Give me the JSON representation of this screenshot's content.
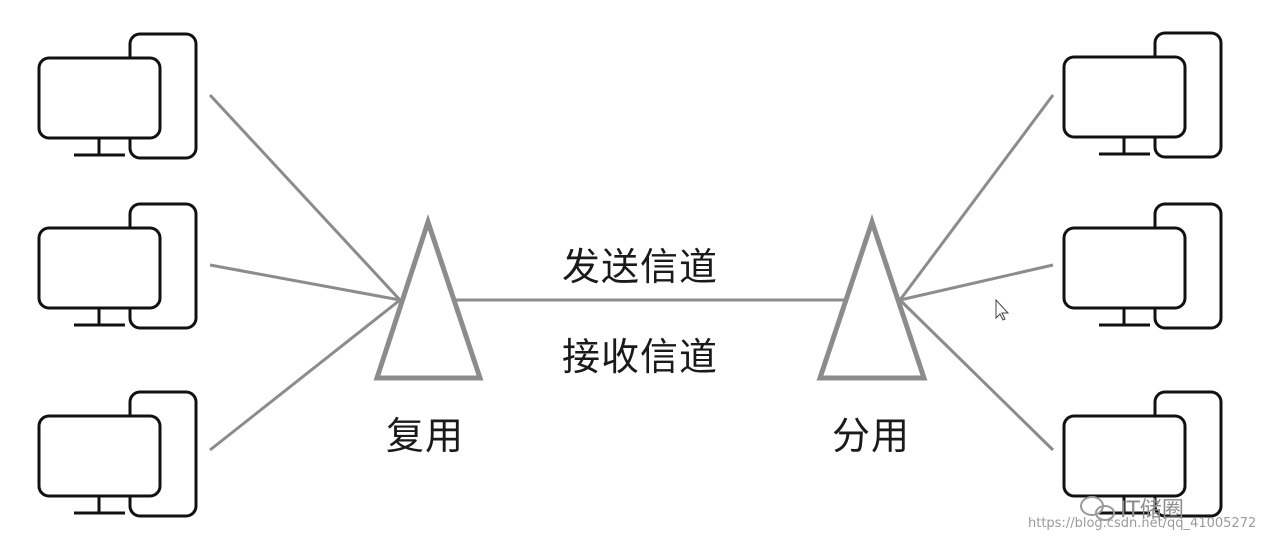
{
  "labels": {
    "send_channel": "发送信道",
    "receive_channel": "接收信道",
    "mux": "复用",
    "demux": "分用"
  },
  "icons": {
    "computer": "computer-icon",
    "cursor": "cursor-icon",
    "wechat": "wechat-icon"
  },
  "watermark": {
    "brand": "IT储圈",
    "url": "https://blog.csdn.net/qq_41005272"
  },
  "colors": {
    "line": "#8c8c8c",
    "triangle": "#8c8c8c",
    "computer": "#111111",
    "text": "#1a1a1a"
  }
}
